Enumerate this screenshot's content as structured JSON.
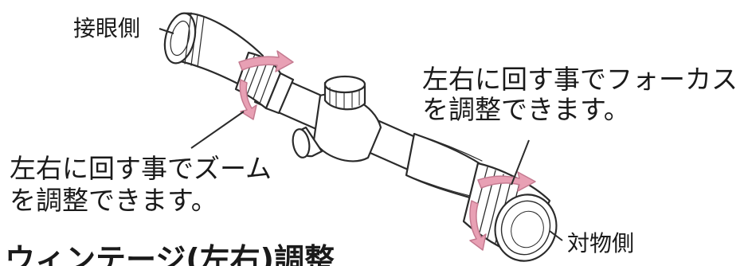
{
  "labels": {
    "eyepiece": "接眼側",
    "objective": "対物側",
    "focus_line1": "左右に回す事でフォーカス",
    "focus_line2": "を調整できます。",
    "zoom_line1": "左右に回す事でズーム",
    "zoom_line2": "を調整できます。",
    "heading": "ウィンテージ(左右)調整"
  },
  "colors": {
    "line": "#2b2b2b",
    "arrow": "#e8a0b4",
    "arrow_stroke": "#c47a90",
    "fill": "#ffffff"
  },
  "icons": {
    "zoom_rotation": "rotate-arrows-icon",
    "focus_rotation": "rotate-arrows-icon"
  }
}
